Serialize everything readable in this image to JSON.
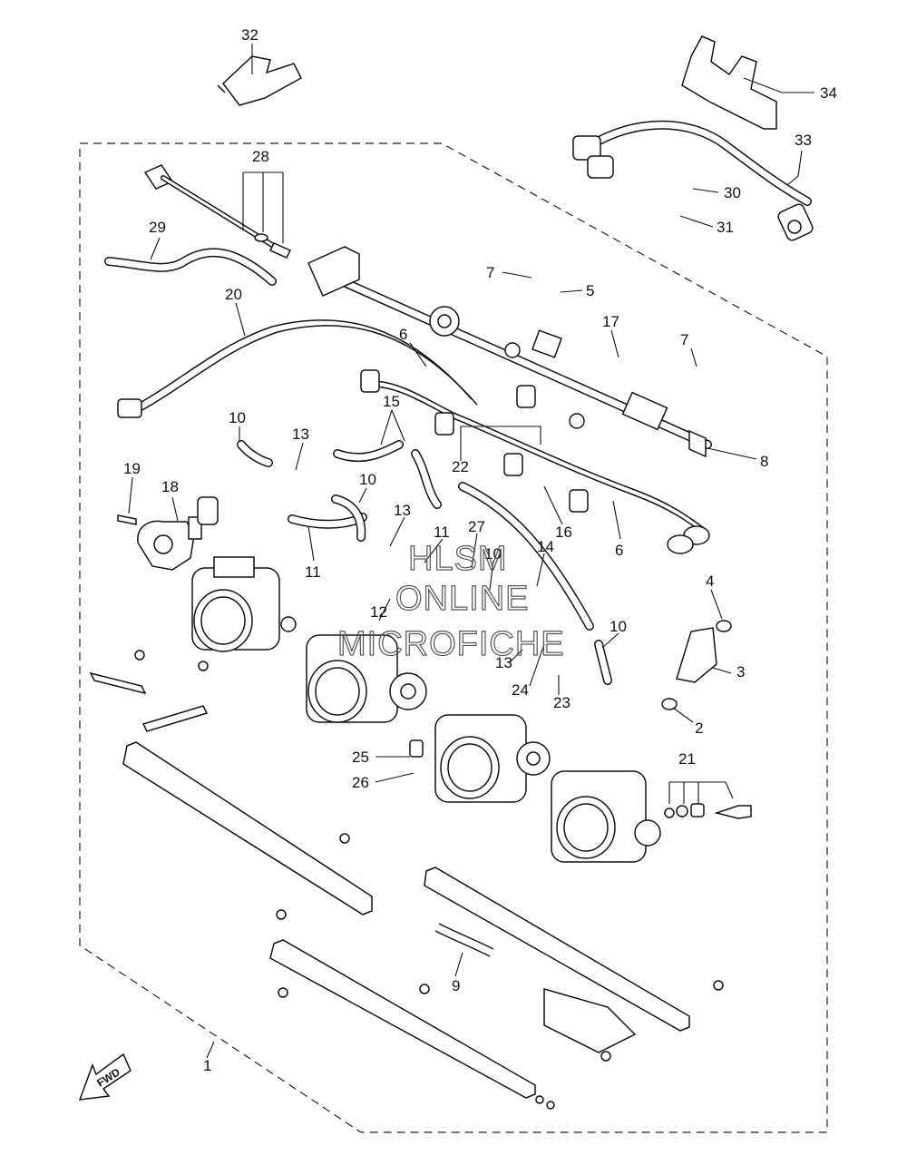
{
  "diagram": {
    "callouts": [
      "32",
      "34",
      "33",
      "30",
      "31",
      "28",
      "29",
      "20",
      "7",
      "5",
      "17",
      "7",
      "6",
      "8",
      "15",
      "10",
      "13",
      "19",
      "18",
      "22",
      "10",
      "16",
      "6",
      "13",
      "11",
      "27",
      "4",
      "11",
      "10",
      "14",
      "3",
      "12",
      "10",
      "13",
      "24",
      "23",
      "2",
      "25",
      "21",
      "26",
      "9",
      "1"
    ],
    "watermark": [
      "HLSM",
      "ONLINE",
      "MICROFICHE"
    ],
    "fwd_label": "FWD"
  }
}
